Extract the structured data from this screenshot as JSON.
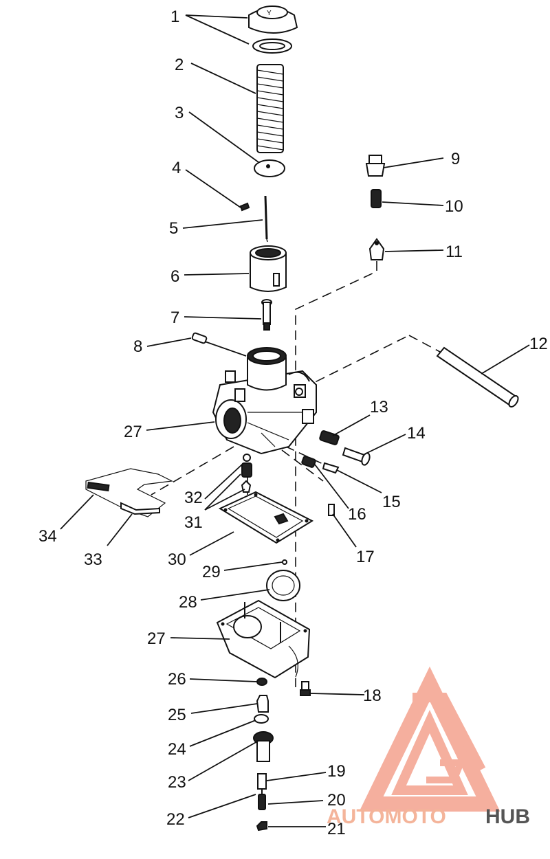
{
  "labels": {
    "l1": "1",
    "l2": "2",
    "l3": "3",
    "l4": "4",
    "l5": "5",
    "l6": "6",
    "l7": "7",
    "l8": "8",
    "l9": "9",
    "l10": "10",
    "l11": "11",
    "l12": "12",
    "l13": "13",
    "l14": "14",
    "l15": "15",
    "l16": "16",
    "l17": "17",
    "l18": "18",
    "l19": "19",
    "l20": "20",
    "l21": "21",
    "l22": "22",
    "l23": "23",
    "l24": "24",
    "l25": "25",
    "l26": "26",
    "l27a": "27",
    "l27b": "27",
    "l28": "28",
    "l29": "29",
    "l30": "30",
    "l31": "31",
    "l32": "32",
    "l33": "33",
    "l34": "34"
  },
  "watermark": {
    "part1": "AUTOMOTO",
    "part2": "HUB",
    "color_light": "#f4b9a0",
    "color_accent": "#f06a55",
    "color_dark": "#444444"
  }
}
